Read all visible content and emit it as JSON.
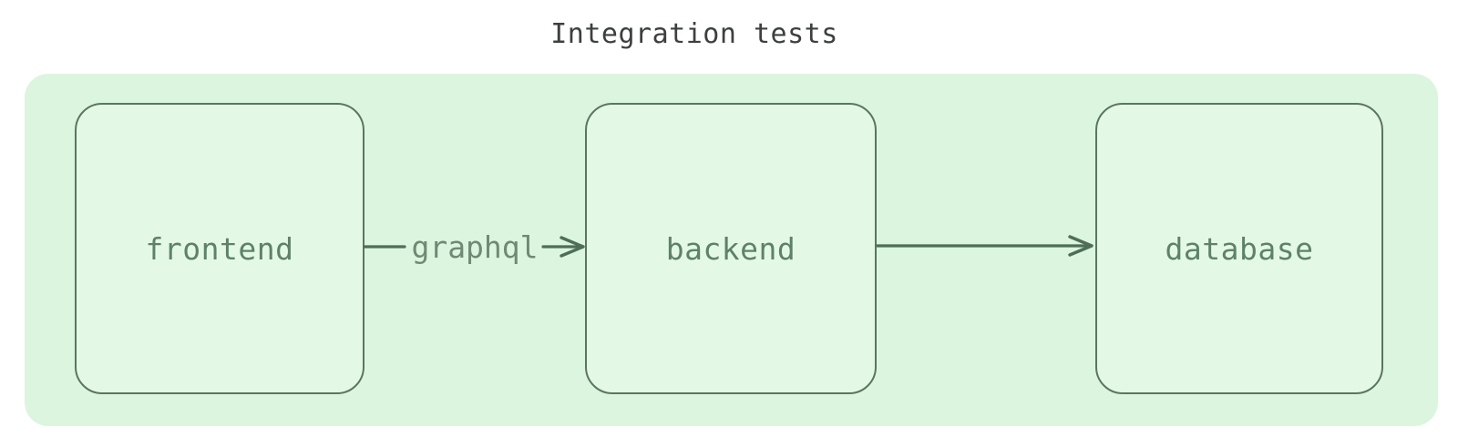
{
  "title": "Integration tests",
  "diagram": {
    "type": "flowchart",
    "direction": "left-to-right",
    "nodes": [
      {
        "id": "frontend",
        "label": "frontend"
      },
      {
        "id": "backend",
        "label": "backend"
      },
      {
        "id": "database",
        "label": "database"
      }
    ],
    "edges": [
      {
        "from": "frontend",
        "to": "backend",
        "label": "graphql"
      },
      {
        "from": "backend",
        "to": "database",
        "label": ""
      }
    ]
  },
  "colors": {
    "page_bg": "#ffffff",
    "container_fill": "#dbf5df",
    "node_fill": "#e3f9e6",
    "node_border": "#5a7560",
    "node_text": "#5f8169",
    "edge": "#4e6e57",
    "edge_label": "#6f8a74",
    "title_text": "#3b413d"
  }
}
